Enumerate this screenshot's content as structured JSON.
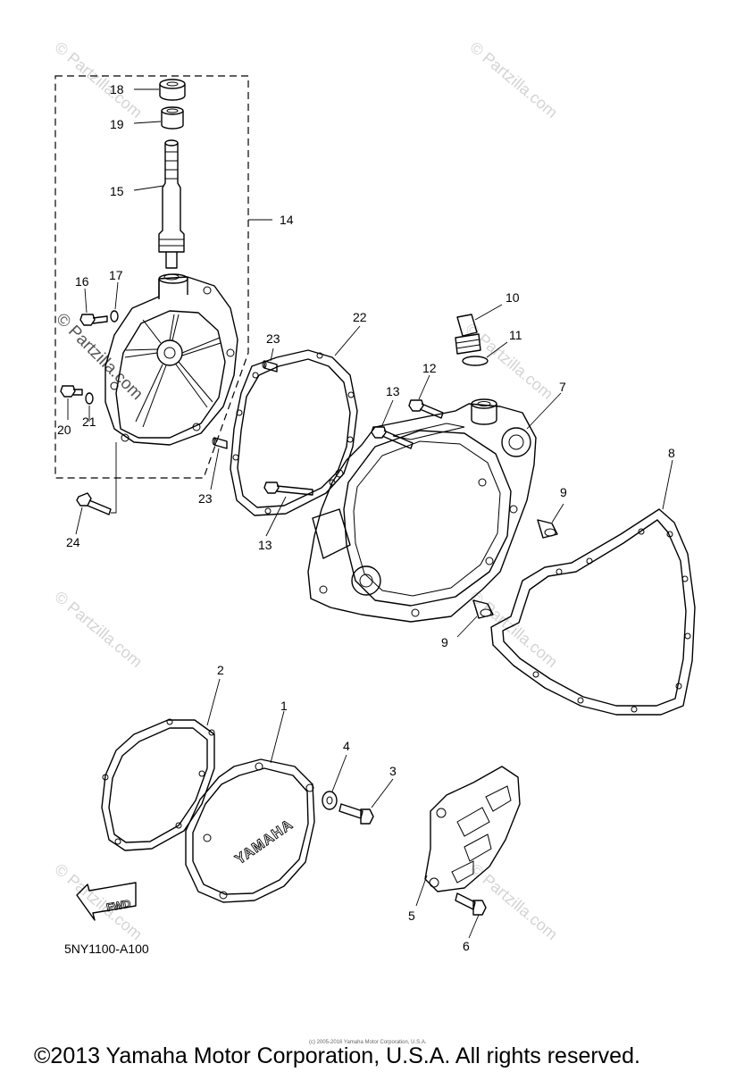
{
  "diagram": {
    "part_labels": {
      "p1": "1",
      "p2": "2",
      "p3": "3",
      "p4": "4",
      "p5": "5",
      "p6": "6",
      "p7": "7",
      "p8": "8",
      "p9a": "9",
      "p9b": "9",
      "p10": "10",
      "p11": "11",
      "p12": "12",
      "p13a": "13",
      "p13b": "13",
      "p14": "14",
      "p15": "15",
      "p16": "16",
      "p17": "17",
      "p18": "18",
      "p19": "19",
      "p20": "20",
      "p21": "21",
      "p22": "22",
      "p23a": "23",
      "p23b": "23",
      "p24": "24"
    },
    "cover_logo": "YAMAHA",
    "direction_arrow": "FWD",
    "diagram_code": "5NY1100-A100",
    "watermark": "© Partzilla.com",
    "watermark_side": "© Partzilla.com",
    "small_copyright": "(c) 2005-2016 Yamaha Motor Corporation, U.S.A.",
    "footer_copyright": "©2013 Yamaha Motor Corporation, U.S.A. All rights reserved."
  }
}
